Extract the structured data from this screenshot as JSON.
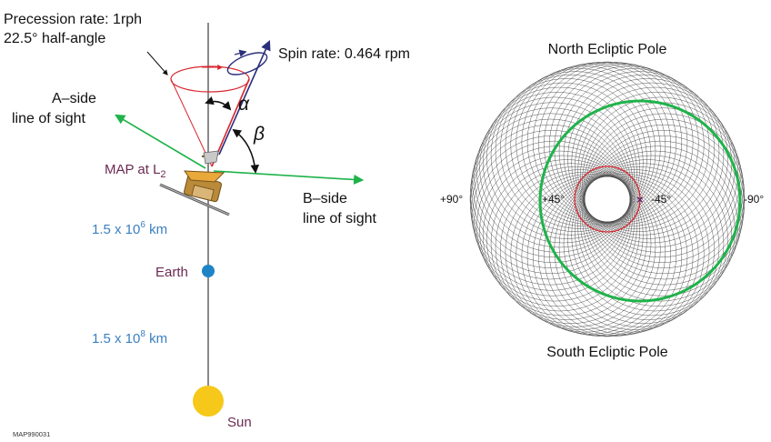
{
  "left_panel": {
    "precession_line1": "Precession rate: 1rph",
    "precession_line2": "22.5° half-angle",
    "spin_rate": "Spin rate: 0.464 rpm",
    "alpha": "α",
    "beta": "β",
    "a_side_line1": "A–side",
    "a_side_line2": "line of sight",
    "b_side_line1": "B–side",
    "b_side_line2": "line of sight",
    "map_label": "MAP at L",
    "map_subscript": "2",
    "dist1_base": "1.5 x 10",
    "dist1_exp": "6",
    "dist1_unit": " km",
    "earth": "Earth",
    "dist2_base": "1.5 x 10",
    "dist2_exp": "8",
    "dist2_unit": " km",
    "sun": "Sun",
    "catalog_id": "MAP990031"
  },
  "right_panel": {
    "north_pole": "North Ecliptic Pole",
    "south_pole": "South Ecliptic Pole",
    "plus90": "+90°",
    "plus45": "+45°",
    "minus45": "-45°",
    "minus90": "-90°",
    "marker": "×"
  },
  "colors": {
    "sightline_green": "#1fb34a",
    "cone_red": "#d8262e",
    "spin_axis_navy": "#2a2f7a",
    "distance_blue": "#3a7fc0",
    "label_purple": "#6b2a52",
    "earth_blue": "#1f84c6",
    "sun_yellow": "#f6c81a",
    "axis_gray": "#8a8a8a",
    "scan_gray": "#444444"
  }
}
